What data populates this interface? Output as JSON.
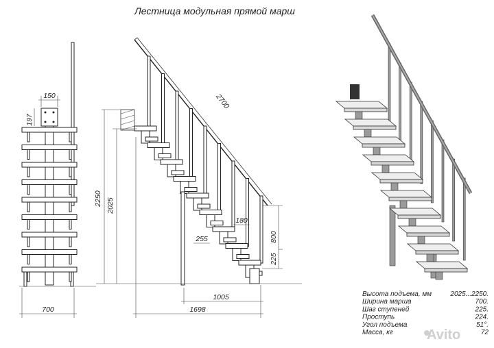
{
  "title": "Лестница модульная прямой марш",
  "dimensions": {
    "width_top": "150",
    "plate_h": "197",
    "width_bottom": "700",
    "total_height": "2250",
    "rise_height": "2025",
    "length_diag": "2700",
    "tread_180": "180",
    "tread_255": "255",
    "height_800": "800",
    "step_225": "225",
    "length_1005": "1005",
    "length_1698": "1698"
  },
  "specs": [
    {
      "label": "Высота подъема, мм",
      "value": "2025...2250."
    },
    {
      "label": "Ширина марша",
      "value": "700."
    },
    {
      "label": "Шаг ступеней",
      "value": "225."
    },
    {
      "label": "Проступь",
      "value": "224."
    },
    {
      "label": "Угол подъема",
      "value": "51°."
    },
    {
      "label": "Масса, кг",
      "value": "72"
    }
  ],
  "watermark": "Avito"
}
